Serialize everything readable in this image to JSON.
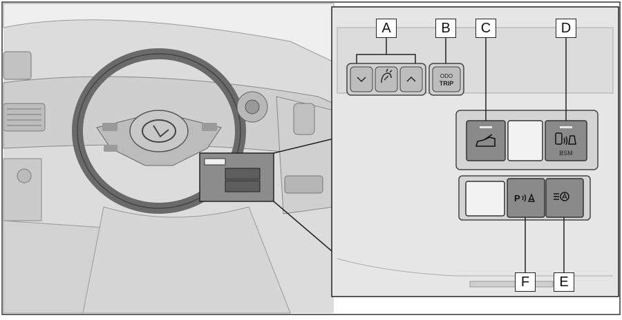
{
  "callouts": {
    "a": "A",
    "b": "B",
    "c": "C",
    "d": "D",
    "e": "E",
    "f": "F"
  },
  "buttons": {
    "trip_odo": "ODO",
    "trip_label": "TRIP",
    "bsm_label": "BSM"
  },
  "icons": {
    "meter_down": "chevron-down-icon",
    "meter_display": "meter-display-icon",
    "meter_up": "chevron-up-icon",
    "trunk": "trunk-open-icon",
    "bsm": "blind-spot-monitor-icon",
    "parking_sensor": "parking-assist-icon",
    "auto_high_beam": "auto-high-beam-icon"
  },
  "colors": {
    "panel_bg": "#e6e6e6",
    "button_dark": "#8a8a8a",
    "button_light": "#f2f2f2",
    "outline": "#222222"
  }
}
